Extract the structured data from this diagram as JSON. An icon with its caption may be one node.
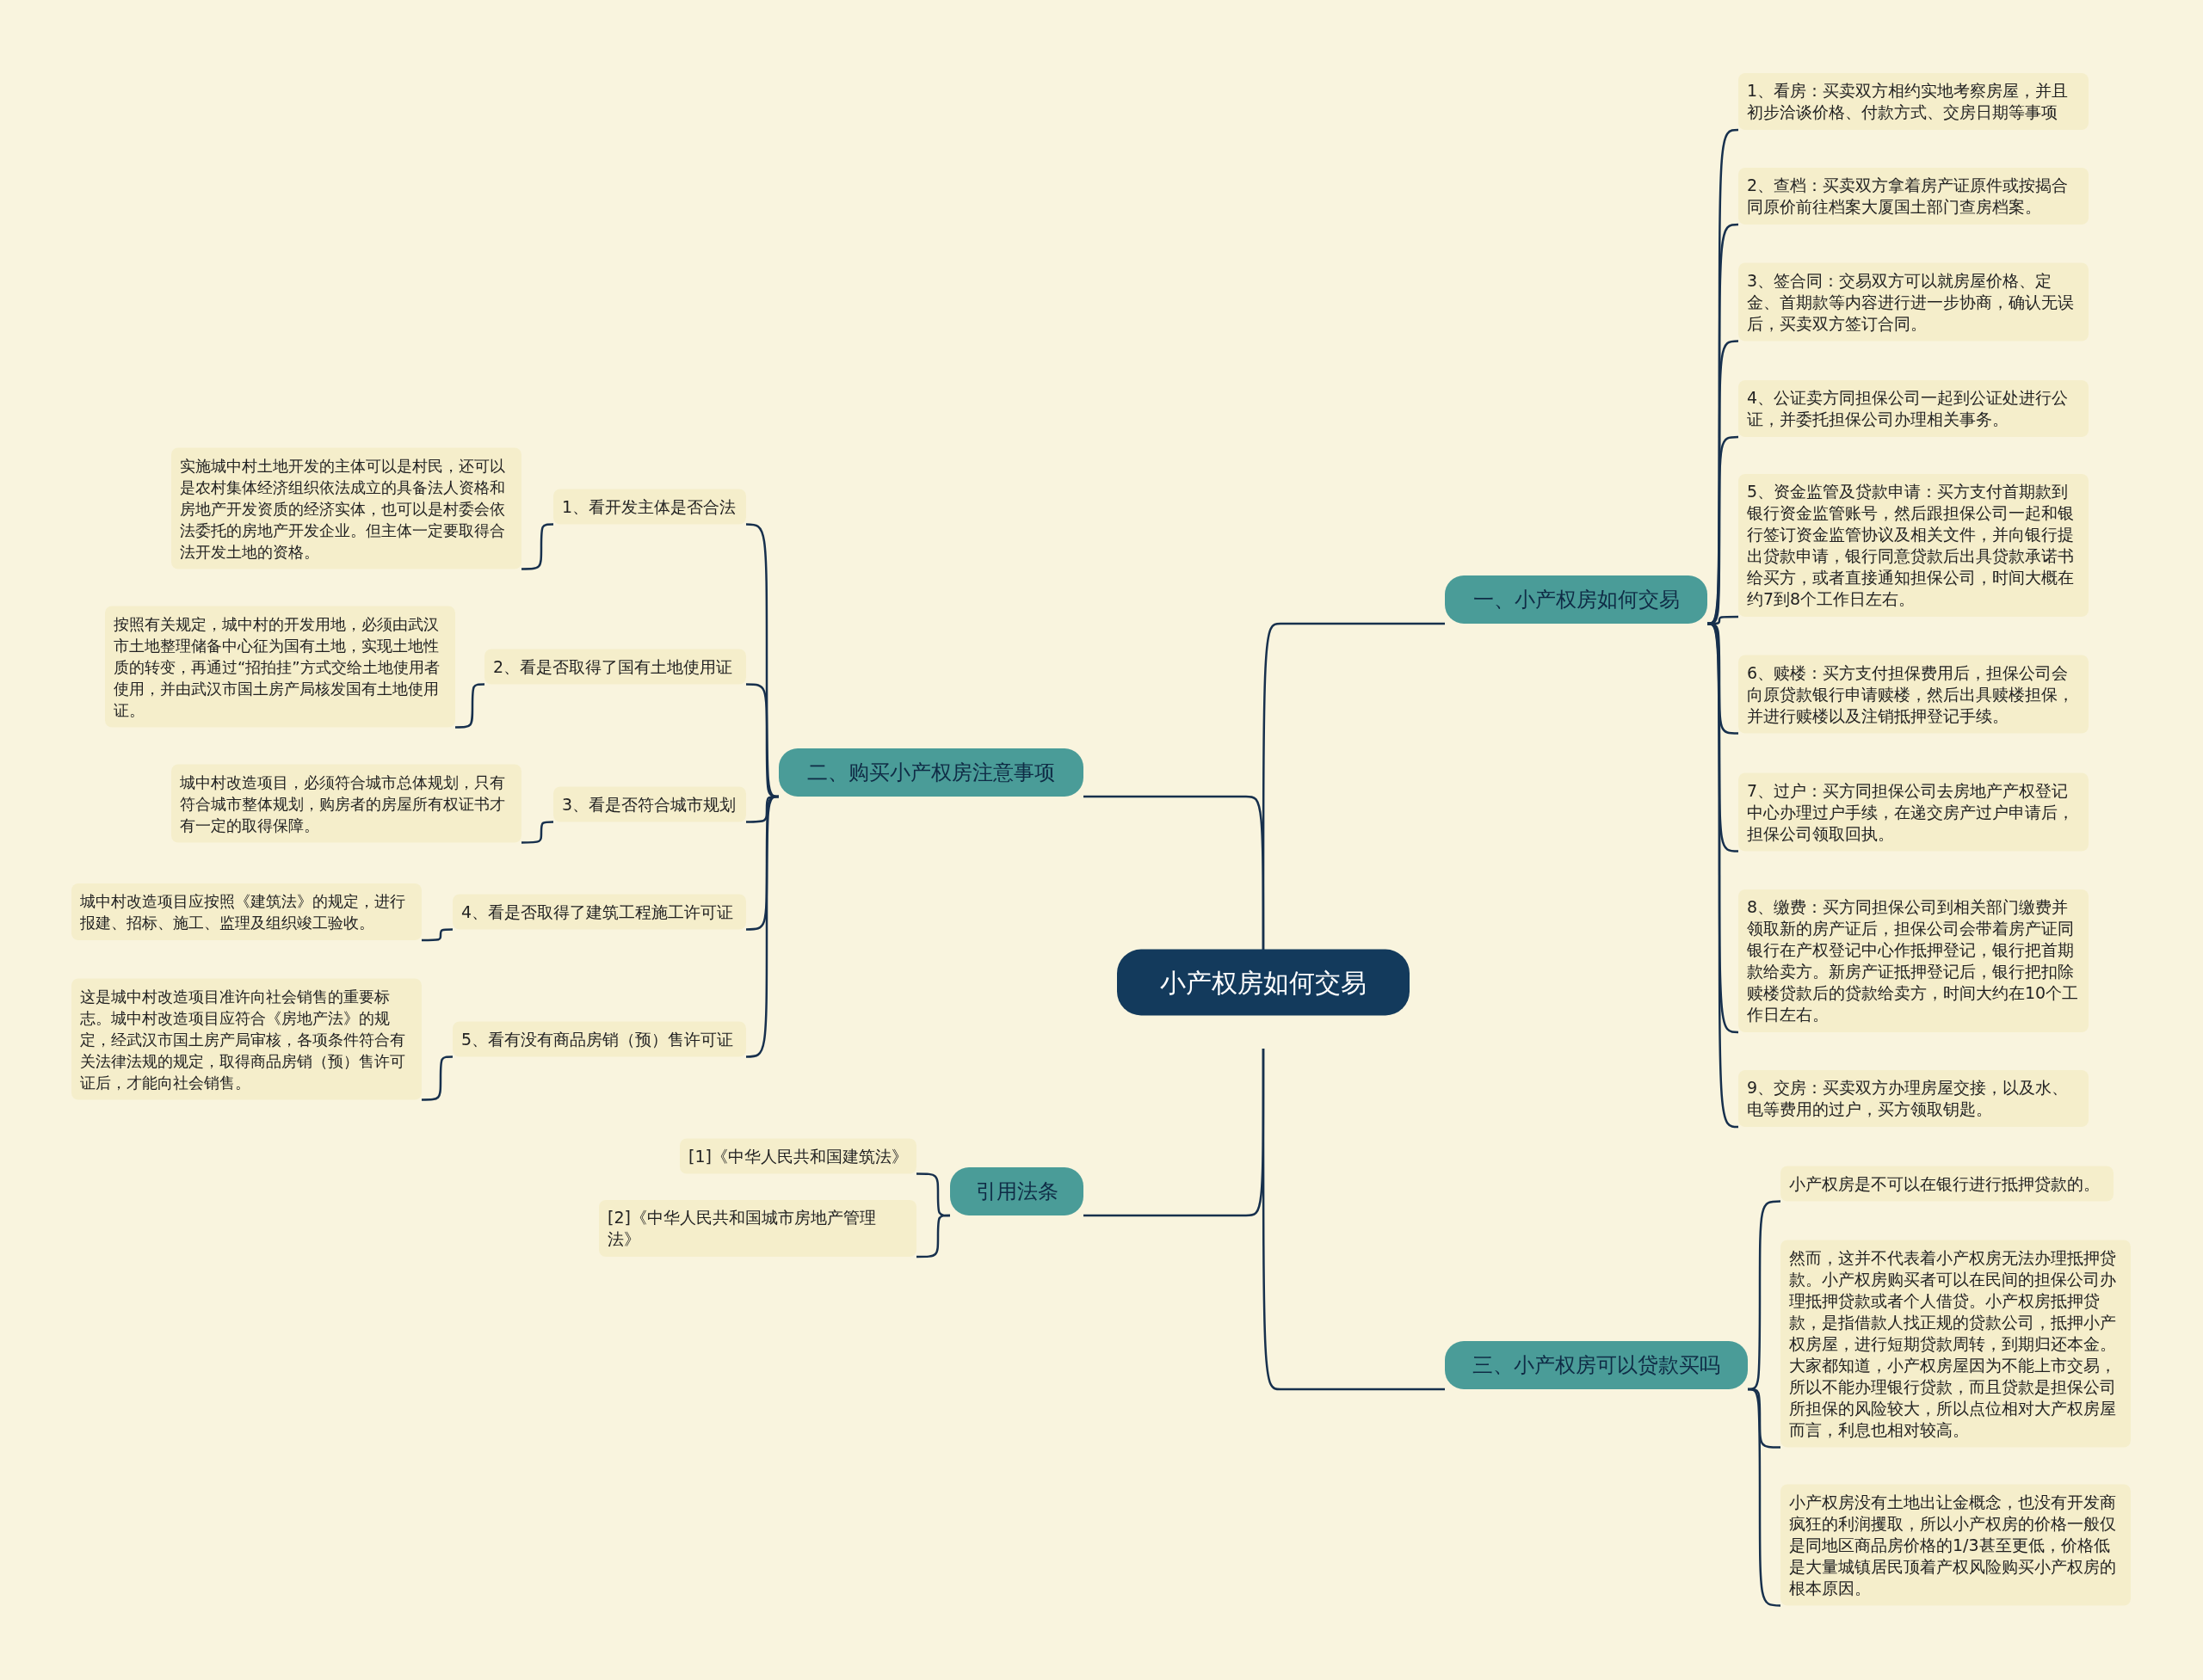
{
  "diagram": {
    "nodes": [
      {
        "text": [
          "小产权房如何交易"
        ]
      },
      {
        "text": [
          "一、小产权房如何交易"
        ]
      },
      {
        "text": [
          "1、看房：买卖双方相约实地考察房屋，并且初步洽谈价格、付款方式、交房日期等事项"
        ]
      },
      {
        "text": [
          "2、查档：买卖双方拿着房产证原件或按揭合同原价前往档案大厦国土部门查房档案。"
        ]
      },
      {
        "text": [
          "3、签合同：交易双方可以就房屋价格、定金、首期款等内容进行进一步协商，确认无误后，买卖双方签订合同。"
        ]
      },
      {
        "text": [
          "4、公证卖方同担保公司一起到公证处进行公证，并委托担保公司办理相关事务。"
        ]
      },
      {
        "text": [
          "5、资金监管及贷款申请：买方支付首期款到银行资金监管账号，然后跟担保公司一起和银行签订资金监管协议及相关文件，并向银行提出贷款申请，银行同意贷款后出具贷款承诺书给买方，或者直接通知担保公司，时间大概在约7到8个工作日左右。"
        ]
      },
      {
        "text": [
          "6、赎楼：买方支付担保费用后，担保公司会向原贷款银行申请赎楼，然后出具赎楼担保，并进行赎楼以及注销抵押登记手续。"
        ]
      },
      {
        "text": [
          "7、过户：买方同担保公司去房地产产权登记中心办理过户手续，在递交房产过户申请后，担保公司领取回执。"
        ]
      },
      {
        "text": [
          "8、缴费：买方同担保公司到相关部门缴费并领取新的房产证后，担保公司会带着房产证同银行在产权登记中心作抵押登记，银行把首期款给卖方。新房产证抵押登记后，银行把扣除赎楼贷款后的贷款给卖方，时间大约在10个工作日左右。"
        ]
      },
      {
        "text": [
          "9、交房：买卖双方办理房屋交接，以及水、电等费用的过户，买方领取钥匙。"
        ]
      },
      {
        "text": [
          "二、购买小产权房注意事项"
        ]
      },
      {
        "text": [
          "1、看开发主体是否合法"
        ]
      },
      {
        "text": [
          "实施城中村土地开发的主体可以是村民，还可以是农村集体经济组织依法成立的具备法人资格和房地产开发资质的经济实体，也可以是村委会依法委托的房地产开发企业。但主体一定要取得合法开发土地的资格。"
        ]
      },
      {
        "text": [
          "2、看是否取得了国有土地使用证"
        ]
      },
      {
        "text": [
          "按照有关规定，城中村的开发用地，必须由武汉市土地整理储备中心征为国有土地，实现土地性质的转变，再通过“招拍挂”方式交给土地使用者使用，并由武汉市国土房产局核发国有土地使用证。"
        ]
      },
      {
        "text": [
          "3、看是否符合城市规划"
        ]
      },
      {
        "text": [
          "城中村改造项目，必须符合城市总体规划，只有符合城市整体规划，购房者的房屋所有权证书才有一定的取得保障。"
        ]
      },
      {
        "text": [
          "4、看是否取得了建筑工程施工许可证"
        ]
      },
      {
        "text": [
          "城中村改造项目应按照《建筑法》的规定，进行报建、招标、施工、监理及组织竣工验收。"
        ]
      },
      {
        "text": [
          "5、看有没有商品房销（预）售许可证"
        ]
      },
      {
        "text": [
          "这是城中村改造项目准许向社会销售的重要标志。城中村改造项目应符合《房地产法》的规定，经武汉市国土房产局审核，各项条件符合有关法律法规的规定，取得商品房销（预）售许可证后，才能向社会销售。"
        ]
      },
      {
        "text": [
          "引用法条"
        ]
      },
      {
        "text": [
          "[1]《中华人民共和国建筑法》"
        ]
      },
      {
        "text": [
          "[2]《中华人民共和国城市房地产管理法》"
        ]
      },
      {
        "text": [
          "三、小产权房可以贷款买吗"
        ]
      },
      {
        "text": [
          "小产权房是不可以在银行进行抵押贷款的。"
        ]
      },
      {
        "text": [
          "然而，这并不代表着小产权房无法办理抵押贷款。小产权房购买者可以在民间的担保公司办理抵押贷款或者个人借贷。小产权房抵押贷款，是指借款人找正规的贷款公司，抵押小产权房屋，进行短期贷款周转，到期归还本金。大家都知道，小产权房屋因为不能上市交易，所以不能办理银行贷款，而且贷款是担保公司所担保的风险较大，所以点位相对大产权房屋而言，利息也相对较高。"
        ]
      },
      {
        "text": [
          "小产权房没有土地出让金概念，也没有开发商疯狂的利润攫取，所以小产权房的价格一般仅是同地区商品房价格的1/3甚至更低，价格低是大量城镇居民顶着产权风险购买小产权房的根本原因。"
        ]
      }
    ],
    "edges": [
      {
        "from": 0,
        "to": 1,
        "arrow": "none"
      },
      {
        "from": 1,
        "to": 2,
        "arrow": "none"
      },
      {
        "from": 1,
        "to": 3,
        "arrow": "none"
      },
      {
        "from": 1,
        "to": 4,
        "arrow": "none"
      },
      {
        "from": 1,
        "to": 5,
        "arrow": "none"
      },
      {
        "from": 1,
        "to": 6,
        "arrow": "none"
      },
      {
        "from": 1,
        "to": 7,
        "arrow": "none"
      },
      {
        "from": 1,
        "to": 8,
        "arrow": "none"
      },
      {
        "from": 1,
        "to": 9,
        "arrow": "none"
      },
      {
        "from": 1,
        "to": 10,
        "arrow": "none"
      },
      {
        "from": 0,
        "to": 11,
        "arrow": "none"
      },
      {
        "from": 11,
        "to": 12,
        "arrow": "none"
      },
      {
        "from": 12,
        "to": 13,
        "arrow": "none"
      },
      {
        "from": 11,
        "to": 14,
        "arrow": "none"
      },
      {
        "from": 14,
        "to": 15,
        "arrow": "none"
      },
      {
        "from": 11,
        "to": 16,
        "arrow": "none"
      },
      {
        "from": 16,
        "to": 17,
        "arrow": "none"
      },
      {
        "from": 11,
        "to": 18,
        "arrow": "none"
      },
      {
        "from": 18,
        "to": 19,
        "arrow": "none"
      },
      {
        "from": 11,
        "to": 20,
        "arrow": "none"
      },
      {
        "from": 20,
        "to": 21,
        "arrow": "none"
      },
      {
        "from": 0,
        "to": 22,
        "arrow": "none"
      },
      {
        "from": 22,
        "to": 23,
        "arrow": "none"
      },
      {
        "from": 22,
        "to": 24,
        "arrow": "none"
      },
      {
        "from": 0,
        "to": 25,
        "arrow": "none"
      },
      {
        "from": 25,
        "to": 26,
        "arrow": "none"
      },
      {
        "from": 25,
        "to": 27,
        "arrow": "none"
      },
      {
        "from": 25,
        "to": 28,
        "arrow": "none"
      }
    ]
  }
}
